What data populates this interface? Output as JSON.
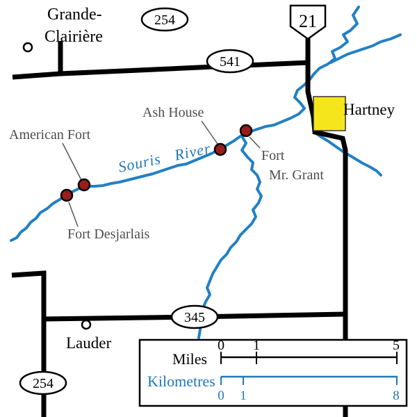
{
  "labels": {
    "grande_line1": "Grande-",
    "grande_line2": "Clairière",
    "hartney": "Hartney",
    "lauder": "Lauder",
    "souris_river": "Souris River",
    "american_fort": "American Fort",
    "ash_house": "Ash House",
    "fort_grant_line1": "Fort",
    "fort_grant_line2": "Mr. Grant",
    "fort_desjarlais": "Fort Desjarlais"
  },
  "highways": {
    "h254_top": "254",
    "h541": "541",
    "h21": "21",
    "h345": "345",
    "h254_bottom": "254"
  },
  "scale": {
    "miles_label": "Miles",
    "km_label": "Kilometres",
    "miles_ticks": [
      "0",
      "1",
      "5"
    ],
    "km_ticks": [
      "0",
      "1",
      "8"
    ]
  },
  "colors": {
    "river": "#2280c4",
    "road": "#000000",
    "fort_marker": "#9c1b1b",
    "hartney_fill": "#f5e61c",
    "fort_label": "#4d4d4d"
  }
}
